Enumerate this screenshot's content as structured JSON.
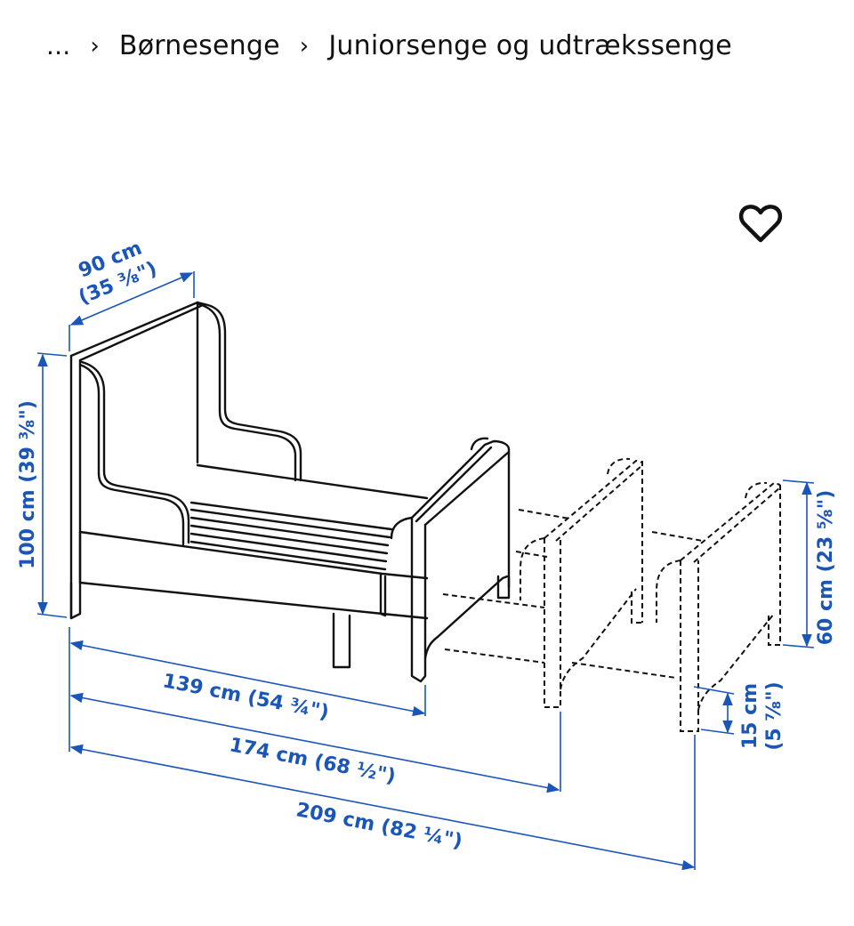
{
  "breadcrumb": {
    "ellipsis": "...",
    "separator": "›",
    "items": [
      {
        "label": "Børnesenge"
      },
      {
        "label": "Juniorsenge og udtrækssenge"
      }
    ]
  },
  "favorite": {
    "icon": "heart-outline-icon",
    "state": "not-favorited"
  },
  "diagram": {
    "colors": {
      "dimension": "#1a56b8",
      "line": "#111111"
    },
    "dimensions": {
      "width": {
        "cm": "90 cm",
        "inch": "(35 ⅜\")"
      },
      "height": {
        "label": "100 cm (39 ⅜\")"
      },
      "length_min": {
        "label": "139 cm (54 ¾\")"
      },
      "length_mid": {
        "label": "174 cm (68 ½\")"
      },
      "length_max": {
        "label": "209 cm (82 ¼\")"
      },
      "footboard_height": {
        "label": "60 cm (23 ⅝\")"
      },
      "leg_height": {
        "cm": "15 cm",
        "inch": "(5 ⅞\")"
      }
    }
  }
}
